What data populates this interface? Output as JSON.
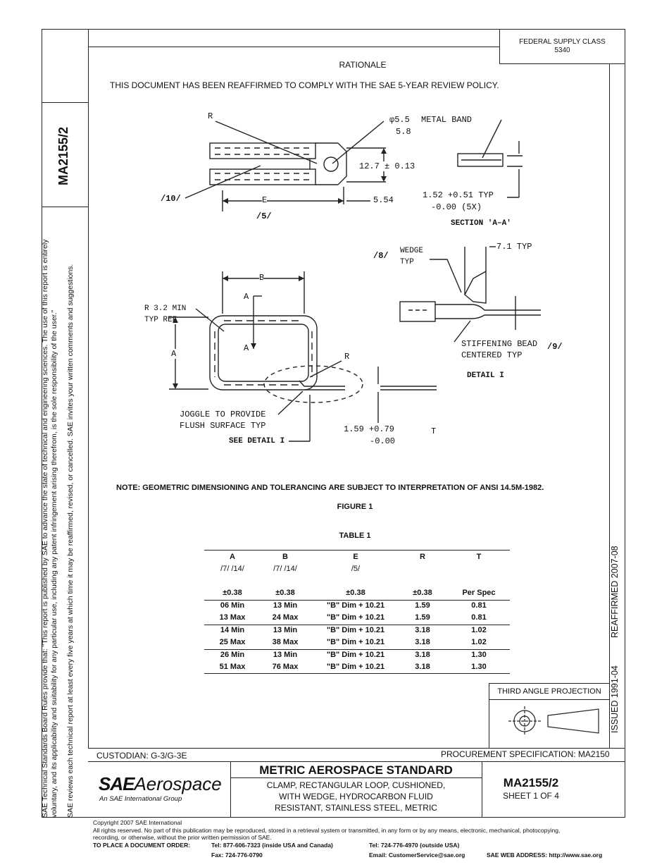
{
  "header": {
    "federal_supply_class": "FEDERAL SUPPLY CLASS",
    "fsc_number": "5340",
    "doc_number": "MA2155/2",
    "rationale_title": "RATIONALE",
    "rationale_text": "THIS DOCUMENT HAS BEEN REAFFIRMED TO COMPLY WITH THE SAE 5-YEAR REVIEW POLICY."
  },
  "side_notice": {
    "line1": "SAE Technical Standards Board Rules provide that: \"This report is published by SAE to advance the state of technical and engineering sciences. The use of this report is entirely",
    "line2": "voluntary, and its applicability and suitability for any particular use, including any patent infringement arising therefrom, is the sole responsibility of the user.\"",
    "line3": "SAE reviews each technical report at least every five years at which time it may be reaffirmed, revised, or cancelled. SAE invites your written comments and suggestions."
  },
  "right_margin": {
    "issued": "ISSUED 1991-04",
    "reaffirmed": "REAFFIRMED  2007-08"
  },
  "drawing": {
    "labels": {
      "r_top": "R",
      "dia": "φ5.5",
      "dia2": "5.8",
      "metal_band": "METAL BAND",
      "dim_127": "12.7 ± 0.13",
      "note10": "/10/",
      "e": "E",
      "dim_554": "5.54",
      "note5": "/5/",
      "dim_152": "1.52 +0.51 TYP",
      "dim_152b": "-0.00 (5X)",
      "section": "SECTION 'A–A'",
      "note8": "/8/",
      "wedge": "WEDGE",
      "typ": "TYP",
      "dim_71": "7.1 TYP",
      "b": "B",
      "a_top": "A",
      "r32": "R 3.2 MIN",
      "typref": "TYP REF",
      "a_side": "A",
      "a_mid": "A",
      "r_mid": "R",
      "stiff": "STIFFENING BEAD",
      "note9": "/9/",
      "centered": "CENTERED TYP",
      "detail": "DETAIL I",
      "joggle": "JOGGLE TO PROVIDE",
      "flush": "FLUSH SURFACE TYP",
      "see_detail": "SEE DETAIL I",
      "dim_159": "1.59 +0.79",
      "dim_159b": "-0.00",
      "t": "T"
    }
  },
  "note": "NOTE:  GEOMETRIC DIMENSIONING AND TOLERANCING ARE SUBJECT TO INTERPRETATION OF ANSI 14.5M-1982.",
  "figure_caption": "FIGURE 1",
  "table": {
    "title": "TABLE 1",
    "headers": [
      "A",
      "B",
      "E",
      "R",
      "T"
    ],
    "subheaders": [
      "/7/ /14/",
      "/7/ /14/",
      "/5/",
      "",
      ""
    ],
    "tolerances": [
      "±0.38",
      "±0.38",
      "±0.38",
      "±0.38",
      "Per Spec"
    ],
    "rows": [
      [
        "06 Min",
        "13 Min",
        "\"B\" Dim + 10.21",
        "1.59",
        "0.81"
      ],
      [
        "13 Max",
        "24 Max",
        "\"B\" Dim + 10.21",
        "1.59",
        "0.81"
      ],
      [
        "14 Min",
        "13 Min",
        "\"B\" Dim + 10.21",
        "3.18",
        "1.02"
      ],
      [
        "25 Max",
        "38 Max",
        "\"B\" Dim + 10.21",
        "3.18",
        "1.02"
      ],
      [
        "26 Min",
        "13 Min",
        "\"B\" Dim + 10.21",
        "3.18",
        "1.30"
      ],
      [
        "51 Max",
        "76 Max",
        "\"B\" Dim + 10.21",
        "3.18",
        "1.30"
      ]
    ]
  },
  "projection": {
    "label": "THIRD ANGLE PROJECTION"
  },
  "title_block": {
    "custodian": "CUSTODIAN: G-3/G-3E",
    "procurement": "PROCUREMENT SPECIFICATION: MA2150",
    "logo_sae": "SAE",
    "logo_aero": "Aerospace",
    "logo_sub": "An SAE International Group",
    "standard": "METRIC AEROSPACE STANDARD",
    "desc1": "CLAMP, RECTANGULAR LOOP, CUSHIONED,",
    "desc2": "WITH WEDGE, HYDROCARBON FLUID",
    "desc3": "RESISTANT, STAINLESS STEEL, METRIC",
    "doc_number": "MA2155/2",
    "sheet": "SHEET 1 OF 4"
  },
  "footer": {
    "copyright": "Copyright 2007 SAE International",
    "rights1": "All rights reserved. No part of this publication may be reproduced, stored in a retrieval system or transmitted, in any form or by any means, electronic, mechanical, photocopying,",
    "rights2": "recording, or otherwise, without the prior written permission of SAE.",
    "order_label": "TO PLACE A DOCUMENT ORDER:",
    "tel1": "Tel: 877-606-7323 (inside USA and Canada)",
    "tel2": "Tel: 724-776-4970 (outside USA)",
    "fax": "Fax: 724-776-0790",
    "email": "Email:  CustomerService@sae.org",
    "web": "SAE WEB ADDRESS: http://www.sae.org"
  }
}
